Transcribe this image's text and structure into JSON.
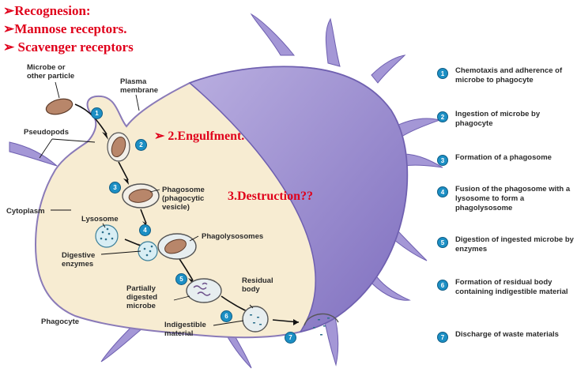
{
  "annotations": {
    "recognesion": "➢Recognesion:",
    "mannose": "➢Mannose receptors.",
    "scavenger": "➢ Scavenger receptors",
    "engulfment": "➢  2.Engulfment.",
    "destruction": "3.Destruction??"
  },
  "labels": {
    "microbe": "Microbe or other particle",
    "plasma_membrane": "Plasma membrane",
    "pseudopods": "Pseudopods",
    "cytoplasm": "Cytoplasm",
    "lysosome": "Lysosome",
    "digestive_enzymes": "Digestive enzymes",
    "phagosome": "Phagosome (phagocytic vesicle)",
    "phagolysosomes": "Phagolysosomes",
    "partially_digested": "Partially digested microbe",
    "residual_body": "Residual body",
    "indigestible": "Indigestible material",
    "phagocyte": "Phagocyte"
  },
  "steps": [
    {
      "num": "1",
      "text": "Chemotaxis and adherence of microbe to phagocyte"
    },
    {
      "num": "2",
      "text": "Ingestion of microbe by phagocyte"
    },
    {
      "num": "3",
      "text": "Formation of a phagosome"
    },
    {
      "num": "4",
      "text": "Fusion of the phagosome with a lysosome to form a phagolysosome"
    },
    {
      "num": "5",
      "text": "Digestion of ingested microbe by enzymes"
    },
    {
      "num": "6",
      "text": "Formation of residual body containing indigestible material"
    },
    {
      "num": "7",
      "text": "Discharge of waste materials"
    }
  ],
  "colors": {
    "annotation_red": "#e0001b",
    "cytoplasm": "#f7ecd2",
    "cell_surface": "#9d8fd0",
    "step_badge": "#1c8fc4"
  }
}
